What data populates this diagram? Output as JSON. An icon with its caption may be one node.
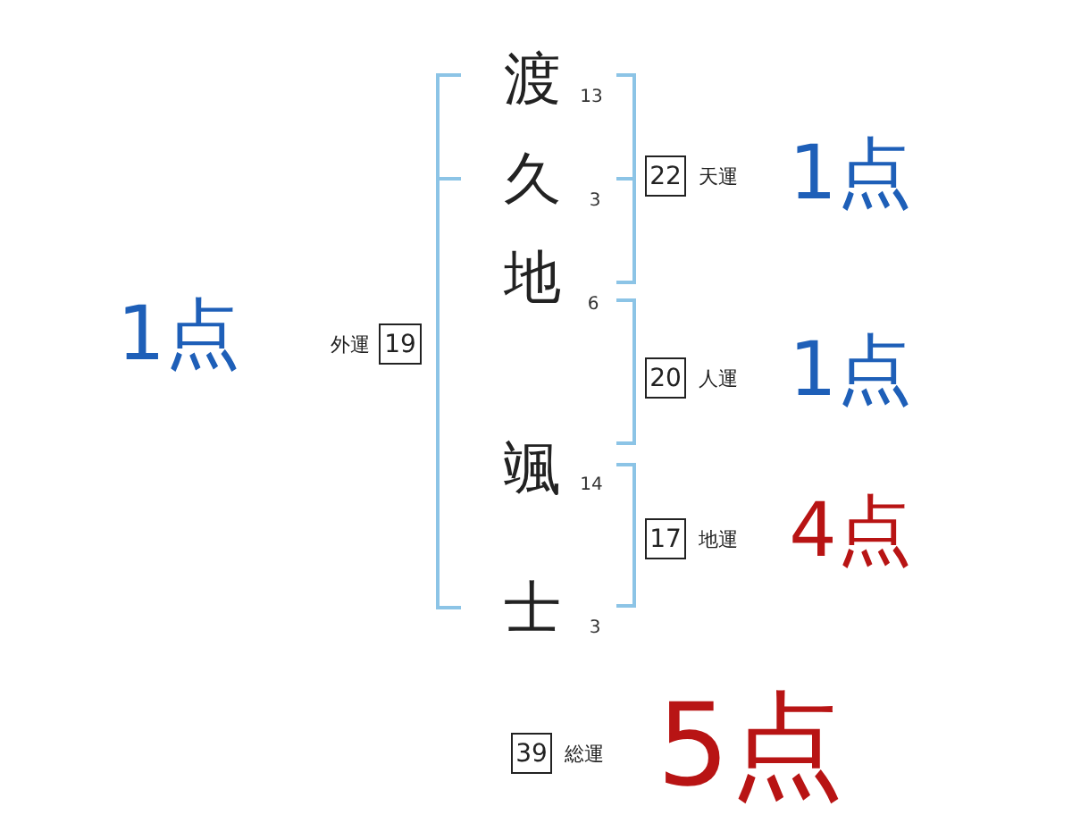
{
  "diagram": {
    "nodes": [
      {
        "text": [
          "22"
        ],
        "beside": [
          "天運"
        ]
      },
      {
        "text": [
          "19"
        ],
        "beside": [
          "外運"
        ]
      },
      {
        "text": [
          "20"
        ],
        "beside": [
          "人運"
        ]
      },
      {
        "text": [
          "17"
        ],
        "beside": [
          "地運"
        ]
      },
      {
        "text": [
          "39"
        ],
        "beside": [
          "総運"
        ]
      }
    ],
    "labels": [
      "1点",
      "渡",
      "13",
      "久",
      "3",
      "地",
      "6",
      "颯",
      "14",
      "士",
      "3",
      "1点",
      "1点",
      "4点",
      "5点"
    ]
  }
}
